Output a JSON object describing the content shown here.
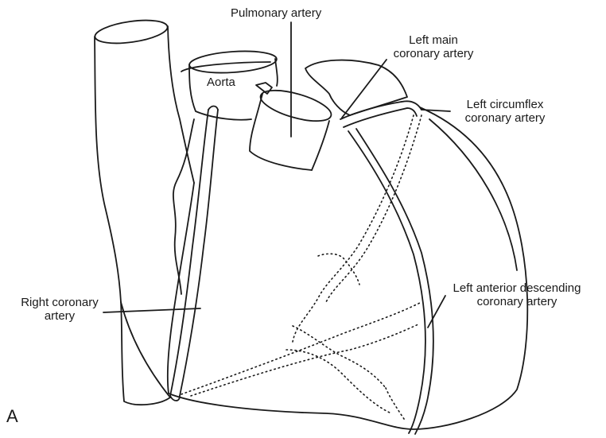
{
  "figure": {
    "panel_letter": "A",
    "line_color": "#1a1a1a",
    "background": "#ffffff"
  },
  "labels": {
    "pulmonary_artery": "Pulmonary artery",
    "aorta": "Aorta",
    "left_main_line1": "Left main",
    "left_main_line2": "coronary artery",
    "left_circumflex_line1": "Left circumflex",
    "left_circumflex_line2": "coronary artery",
    "lad_line1": "Left anterior descending",
    "lad_line2": "coronary artery",
    "right_coronary_line1": "Right coronary",
    "right_coronary_line2": "artery"
  }
}
